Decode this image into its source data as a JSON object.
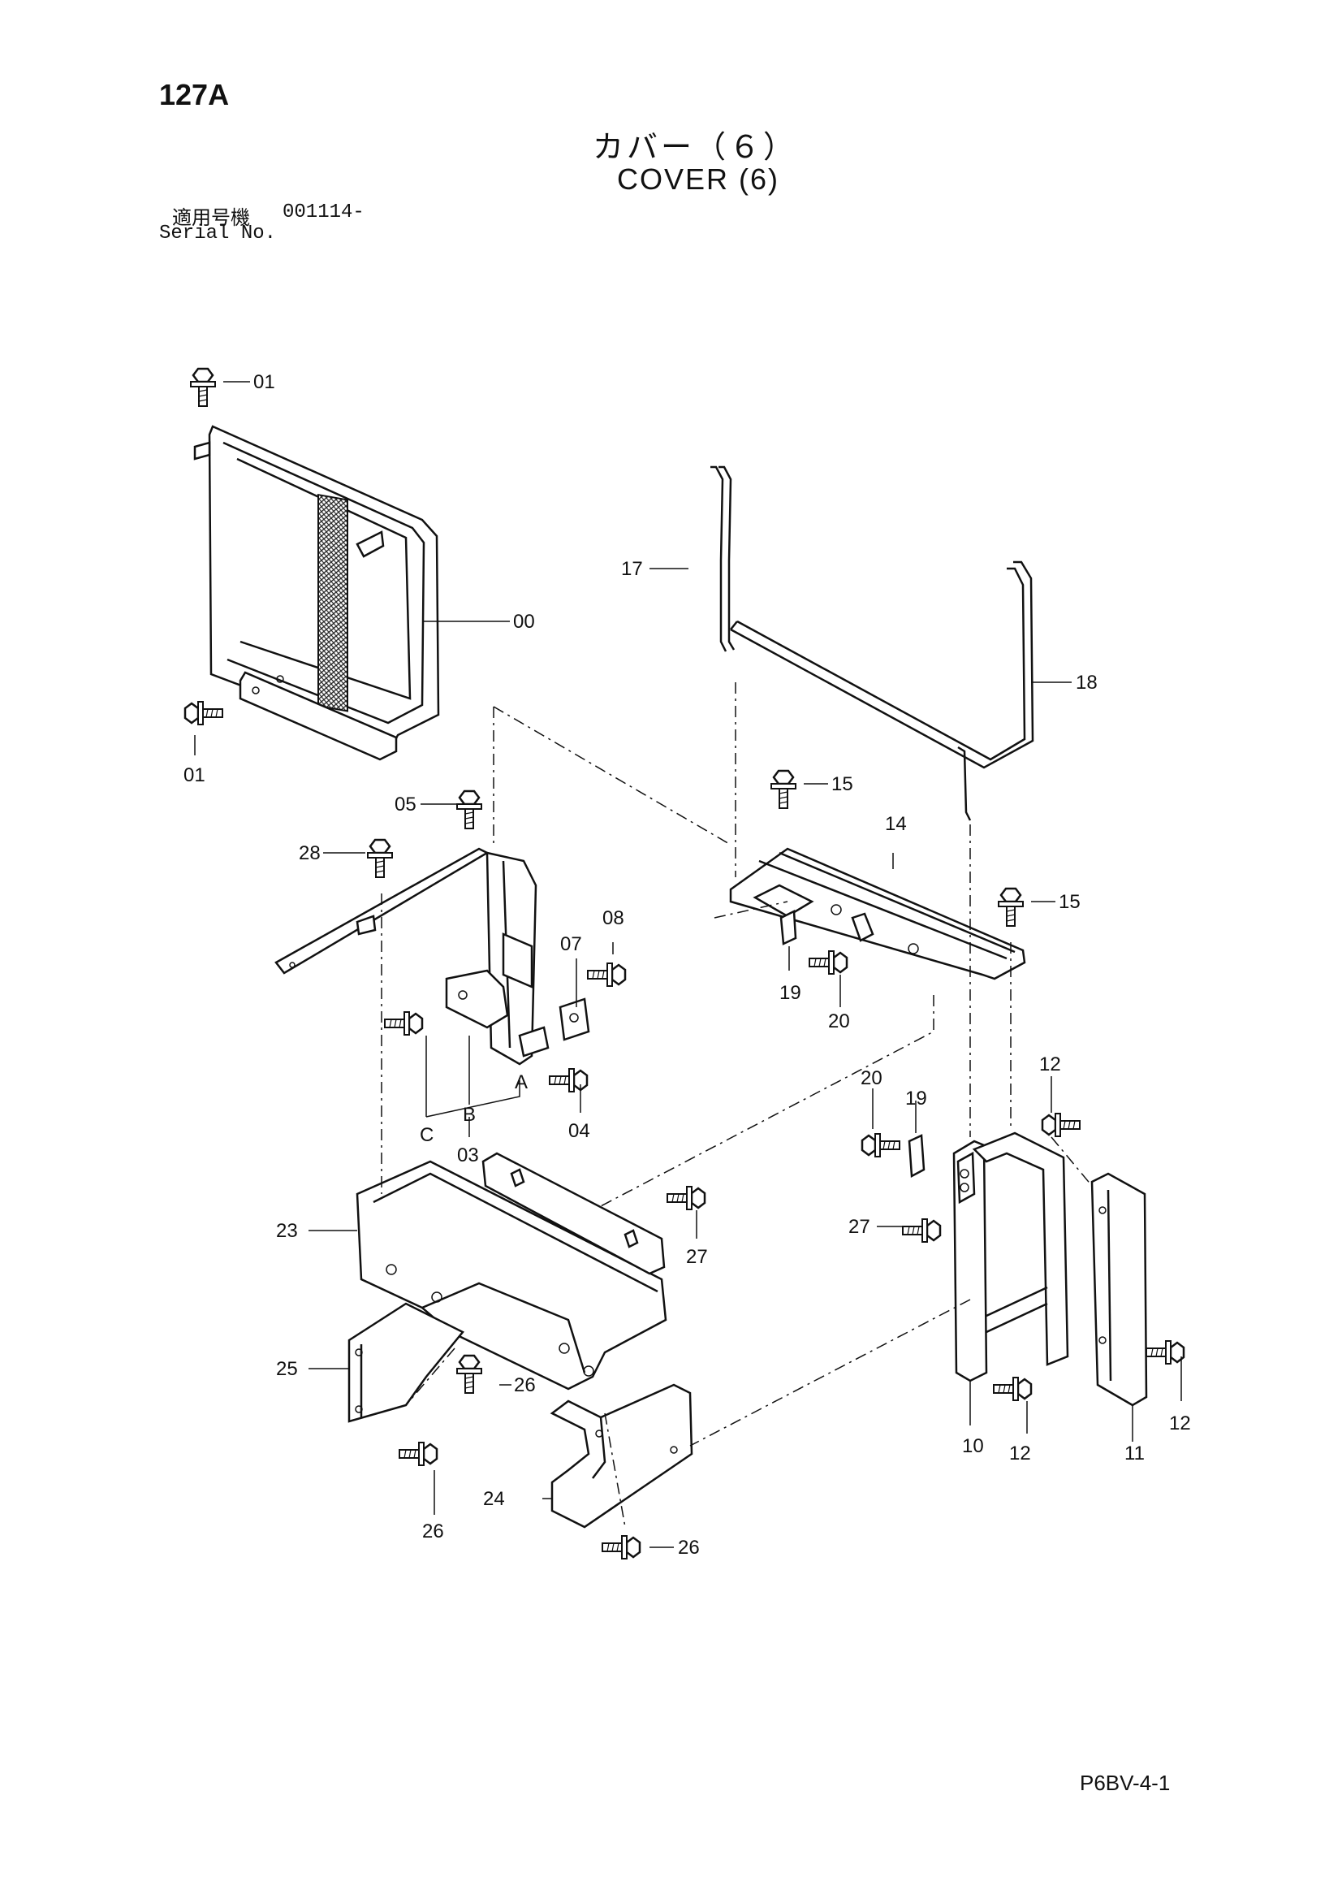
{
  "header": {
    "page_number": "127A",
    "title_jp": "カバー（６）",
    "title_en": "COVER (6)",
    "serial_label_jp": "適用号機",
    "serial_value": "001114-",
    "serial_label_en": "Serial No."
  },
  "footer": {
    "drawing_code": "P6BV-4-1"
  },
  "callouts": {
    "c00": "00",
    "c01a": "01",
    "c01b": "01",
    "c03": "03",
    "c04": "04",
    "c05": "05",
    "c07": "07",
    "c08": "08",
    "c10": "10",
    "c11": "11",
    "c12a": "12",
    "c12b": "12",
    "c12c": "12",
    "c14": "14",
    "c15a": "15",
    "c15b": "15",
    "c17": "17",
    "c18": "18",
    "c19a": "19",
    "c19b": "19",
    "c20a": "20",
    "c20b": "20",
    "c23": "23",
    "c24": "24",
    "c25": "25",
    "c26a": "26",
    "c26b": "26",
    "c26c": "26",
    "c27a": "27",
    "c27b": "27",
    "c28": "28",
    "ref_a": "A",
    "ref_b": "B",
    "ref_c": "C"
  },
  "icons": {
    "bolt": "bolt-icon"
  }
}
